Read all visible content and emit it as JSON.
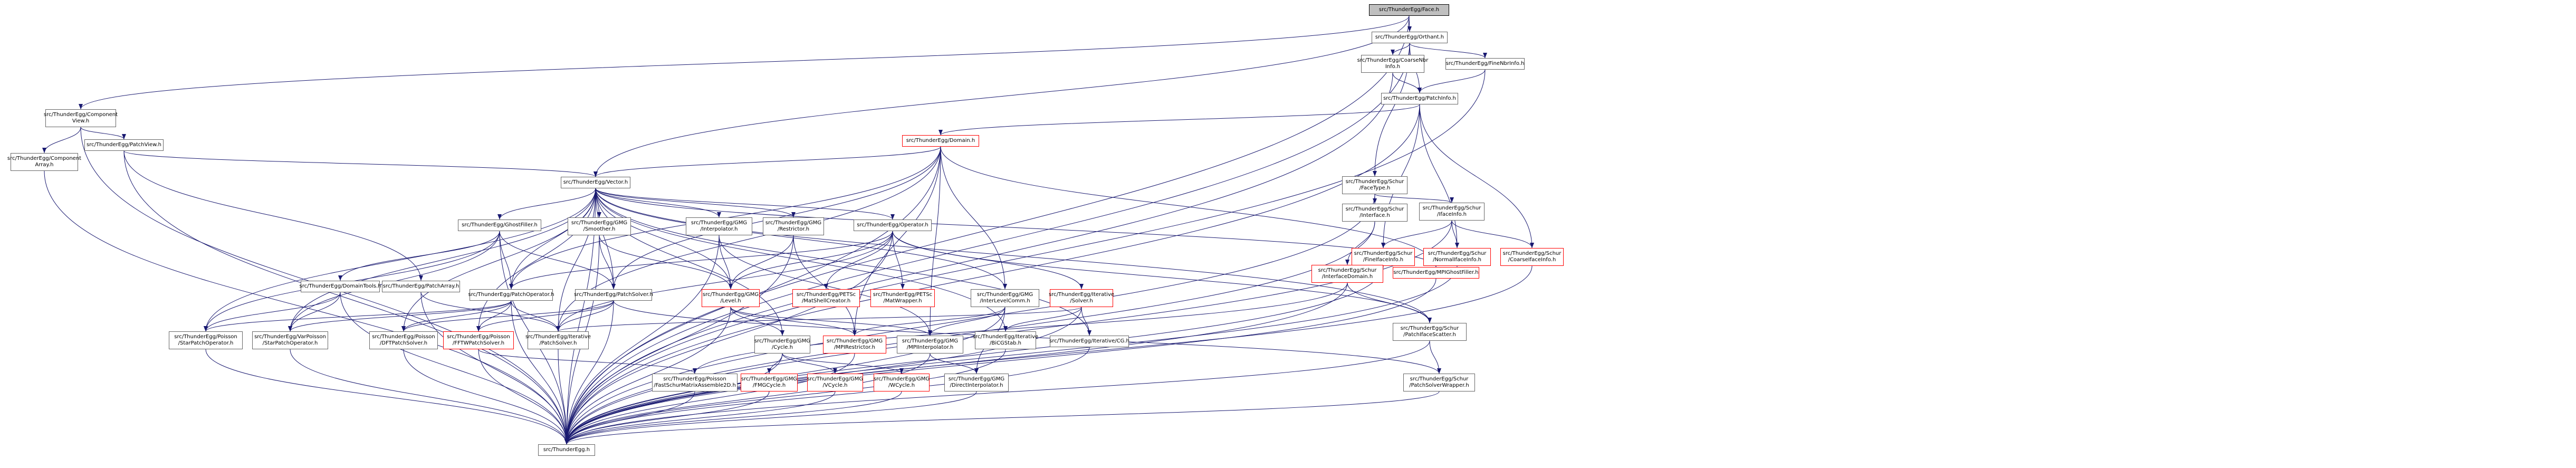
{
  "graph": {
    "root": "src/ThunderEgg/Face.h",
    "edge_color": "#191970",
    "colors": {
      "red_node_border": "#ff0000",
      "node_border": "#666666",
      "root_fill": "#bfbfbf"
    },
    "nodes": [
      {
        "id": "face",
        "lines": [
          "src/ThunderEgg/Face.h"
        ],
        "style": "root"
      },
      {
        "id": "orthant",
        "lines": [
          "src/ThunderEgg/Orthant.h"
        ],
        "style": "normal"
      },
      {
        "id": "compview",
        "lines": [
          "src/ThunderEgg/Component",
          "View.h"
        ],
        "style": "normal"
      },
      {
        "id": "coarsenbr",
        "lines": [
          "src/ThunderEgg/CoarseNbr",
          "Info.h"
        ],
        "style": "normal"
      },
      {
        "id": "finenbr",
        "lines": [
          "src/ThunderEgg/FineNbrInfo.h"
        ],
        "style": "normal"
      },
      {
        "id": "patchinfo",
        "lines": [
          "src/ThunderEgg/PatchInfo.h"
        ],
        "style": "normal"
      },
      {
        "id": "comparray",
        "lines": [
          "src/ThunderEgg/Component",
          "Array.h"
        ],
        "style": "normal"
      },
      {
        "id": "patchview",
        "lines": [
          "src/ThunderEgg/PatchView.h"
        ],
        "style": "normal"
      },
      {
        "id": "domain",
        "lines": [
          "src/ThunderEgg/Domain.h"
        ],
        "style": "red"
      },
      {
        "id": "schurface",
        "lines": [
          "src/ThunderEgg/Schur",
          "/FaceType.h"
        ],
        "style": "normal"
      },
      {
        "id": "vector",
        "lines": [
          "src/ThunderEgg/Vector.h"
        ],
        "style": "normal"
      },
      {
        "id": "schuriface",
        "lines": [
          "src/ThunderEgg/Schur",
          "/Interface.h"
        ],
        "style": "normal"
      },
      {
        "id": "schurifaceinfo",
        "lines": [
          "src/ThunderEgg/Schur",
          "/IfaceInfo.h"
        ],
        "style": "normal"
      },
      {
        "id": "ghostfiller",
        "lines": [
          "src/ThunderEgg/GhostFiller.h"
        ],
        "style": "normal"
      },
      {
        "id": "gmgsmoother",
        "lines": [
          "src/ThunderEgg/GMG",
          "/Smoother.h"
        ],
        "style": "normal"
      },
      {
        "id": "gmginterp",
        "lines": [
          "src/ThunderEgg/GMG",
          "/Interpolator.h"
        ],
        "style": "normal"
      },
      {
        "id": "gmgrestrictor",
        "lines": [
          "src/ThunderEgg/GMG",
          "/Restrictor.h"
        ],
        "style": "normal"
      },
      {
        "id": "operator",
        "lines": [
          "src/ThunderEgg/Operator.h"
        ],
        "style": "normal"
      },
      {
        "id": "schurfine",
        "lines": [
          "src/ThunderEgg/Schur",
          "/FineIfaceInfo.h"
        ],
        "style": "red"
      },
      {
        "id": "schurnormal",
        "lines": [
          "src/ThunderEgg/Schur",
          "/NormalIfaceInfo.h"
        ],
        "style": "red"
      },
      {
        "id": "schurcoarse",
        "lines": [
          "src/ThunderEgg/Schur",
          "/CoarseIfaceInfo.h"
        ],
        "style": "red"
      },
      {
        "id": "schurifacedomain",
        "lines": [
          "src/ThunderEgg/Schur",
          "/InterfaceDomain.h"
        ],
        "style": "red"
      },
      {
        "id": "mpighost",
        "lines": [
          "src/ThunderEgg/MPIGhostFiller.h"
        ],
        "style": "red"
      },
      {
        "id": "domaintools",
        "lines": [
          "src/ThunderEgg/DomainTools.h"
        ],
        "style": "normal"
      },
      {
        "id": "patcharray",
        "lines": [
          "src/ThunderEgg/PatchArray.h"
        ],
        "style": "normal"
      },
      {
        "id": "patchop",
        "lines": [
          "src/ThunderEgg/PatchOperator.h"
        ],
        "style": "normal"
      },
      {
        "id": "patchsolver",
        "lines": [
          "src/ThunderEgg/PatchSolver.h"
        ],
        "style": "normal"
      },
      {
        "id": "gmglevel",
        "lines": [
          "src/ThunderEgg/GMG",
          "/Level.h"
        ],
        "style": "red"
      },
      {
        "id": "petscshell",
        "lines": [
          "src/ThunderEgg/PETSc",
          "/MatShellCreator.h"
        ],
        "style": "red"
      },
      {
        "id": "petscmat",
        "lines": [
          "src/ThunderEgg/PETSc",
          "/MatWrapper.h"
        ],
        "style": "red"
      },
      {
        "id": "gmginterlevel",
        "lines": [
          "src/ThunderEgg/GMG",
          "/InterLevelComm.h"
        ],
        "style": "normal"
      },
      {
        "id": "iterativesolver",
        "lines": [
          "src/ThunderEgg/Iterative",
          "/Solver.h"
        ],
        "style": "red"
      },
      {
        "id": "schurpatchiface",
        "lines": [
          "src/ThunderEgg/Schur",
          "/PatchIfaceScatter.h"
        ],
        "style": "normal"
      },
      {
        "id": "poissonstar",
        "lines": [
          "src/ThunderEgg/Poisson",
          "/StarPatchOperator.h"
        ],
        "style": "normal"
      },
      {
        "id": "varpoisson",
        "lines": [
          "src/ThunderEgg/VarPoisson",
          "/StarPatchOperator.h"
        ],
        "style": "normal"
      },
      {
        "id": "poissondft",
        "lines": [
          "src/ThunderEgg/Poisson",
          "/DFTPatchSolver.h"
        ],
        "style": "normal"
      },
      {
        "id": "poissonfftw",
        "lines": [
          "src/ThunderEgg/Poisson",
          "/FFTWPatchSolver.h"
        ],
        "style": "red"
      },
      {
        "id": "iterativepatch",
        "lines": [
          "src/ThunderEgg/Iterative",
          "/PatchSolver.h"
        ],
        "style": "normal"
      },
      {
        "id": "gmgcycle",
        "lines": [
          "src/ThunderEgg/GMG",
          "/Cycle.h"
        ],
        "style": "normal"
      },
      {
        "id": "gmgmpirestrictor",
        "lines": [
          "src/ThunderEgg/GMG",
          "/MPIRestrictor.h"
        ],
        "style": "red"
      },
      {
        "id": "gmgmpiinterp",
        "lines": [
          "src/ThunderEgg/GMG",
          "/MPIInterpolator.h"
        ],
        "style": "normal"
      },
      {
        "id": "bicgstab",
        "lines": [
          "src/ThunderEgg/Iterative",
          "/BiCGStab.h"
        ],
        "style": "normal"
      },
      {
        "id": "cg",
        "lines": [
          "src/ThunderEgg/Iterative/CG.h"
        ],
        "style": "normal"
      },
      {
        "id": "fastschur",
        "lines": [
          "src/ThunderEgg/Poisson",
          "/FastSchurMatrixAssemble2D.h"
        ],
        "style": "normal"
      },
      {
        "id": "fmgcycle",
        "lines": [
          "src/ThunderEgg/GMG",
          "/FMGCycle.h"
        ],
        "style": "red"
      },
      {
        "id": "vcycle",
        "lines": [
          "src/ThunderEgg/GMG",
          "/VCycle.h"
        ],
        "style": "red"
      },
      {
        "id": "wcycle",
        "lines": [
          "src/ThunderEgg/GMG",
          "/WCycle.h"
        ],
        "style": "red"
      },
      {
        "id": "directinterp",
        "lines": [
          "src/ThunderEgg/GMG",
          "/DirectInterpolator.h"
        ],
        "style": "normal"
      },
      {
        "id": "schursolverwrapper",
        "lines": [
          "src/ThunderEgg/Schur",
          "/PatchSolverWrapper.h"
        ],
        "style": "normal"
      },
      {
        "id": "thunderegg",
        "lines": [
          "src/ThunderEgg.h"
        ],
        "style": "normal"
      }
    ],
    "edges": [
      [
        "face",
        "orthant"
      ],
      [
        "face",
        "compview"
      ],
      [
        "face",
        "vector"
      ],
      [
        "face",
        "thunderegg"
      ],
      [
        "orthant",
        "coarsenbr"
      ],
      [
        "orthant",
        "finenbr"
      ],
      [
        "orthant",
        "patchinfo"
      ],
      [
        "orthant",
        "schurface"
      ],
      [
        "orthant",
        "thunderegg"
      ],
      [
        "compview",
        "comparray"
      ],
      [
        "compview",
        "patchview"
      ],
      [
        "compview",
        "thunderegg"
      ],
      [
        "coarsenbr",
        "patchinfo"
      ],
      [
        "coarsenbr",
        "thunderegg"
      ],
      [
        "finenbr",
        "patchinfo"
      ],
      [
        "finenbr",
        "thunderegg"
      ],
      [
        "patchinfo",
        "domain"
      ],
      [
        "patchinfo",
        "schurnormal"
      ],
      [
        "patchinfo",
        "schurcoarse"
      ],
      [
        "patchinfo",
        "schurfine"
      ],
      [
        "patchinfo",
        "thunderegg"
      ],
      [
        "comparray",
        "thunderegg"
      ],
      [
        "patchview",
        "vector"
      ],
      [
        "patchview",
        "patcharray"
      ],
      [
        "patchview",
        "thunderegg"
      ],
      [
        "domain",
        "vector"
      ],
      [
        "domain",
        "patchop"
      ],
      [
        "domain",
        "patchsolver"
      ],
      [
        "domain",
        "gmginterlevel"
      ],
      [
        "domain",
        "mpighost"
      ],
      [
        "domain",
        "iterativepatch"
      ],
      [
        "domain",
        "gmgmpiinterp"
      ],
      [
        "domain",
        "gmgmpirestrictor"
      ],
      [
        "domain",
        "thunderegg"
      ],
      [
        "schurface",
        "schuriface"
      ],
      [
        "schurface",
        "schurifaceinfo"
      ],
      [
        "schurface",
        "thunderegg"
      ],
      [
        "schuriface",
        "schurifacedomain"
      ],
      [
        "schuriface",
        "thunderegg"
      ],
      [
        "schurifaceinfo",
        "schurfine"
      ],
      [
        "schurifaceinfo",
        "schurnormal"
      ],
      [
        "schurifaceinfo",
        "schurcoarse"
      ],
      [
        "schurifaceinfo",
        "thunderegg"
      ],
      [
        "vector",
        "ghostfiller"
      ],
      [
        "vector",
        "gmgsmoother"
      ],
      [
        "vector",
        "gmginterp"
      ],
      [
        "vector",
        "gmgrestrictor"
      ],
      [
        "vector",
        "operator"
      ],
      [
        "vector",
        "patchop"
      ],
      [
        "vector",
        "patchsolver"
      ],
      [
        "vector",
        "gmglevel"
      ],
      [
        "vector",
        "gmginterlevel"
      ],
      [
        "vector",
        "schurpatchiface"
      ],
      [
        "vector",
        "poissonstar"
      ],
      [
        "vector",
        "varpoisson"
      ],
      [
        "vector",
        "poissondft"
      ],
      [
        "vector",
        "poissonfftw"
      ],
      [
        "vector",
        "iterativepatch"
      ],
      [
        "vector",
        "gmgcycle"
      ],
      [
        "vector",
        "cg"
      ],
      [
        "vector",
        "bicgstab"
      ],
      [
        "vector",
        "mpighost"
      ],
      [
        "vector",
        "thunderegg"
      ],
      [
        "ghostfiller",
        "domaintools"
      ],
      [
        "ghostfiller",
        "patchop"
      ],
      [
        "ghostfiller",
        "patchsolver"
      ],
      [
        "ghostfiller",
        "poissonstar"
      ],
      [
        "ghostfiller",
        "varpoisson"
      ],
      [
        "ghostfiller",
        "thunderegg"
      ],
      [
        "gmgsmoother",
        "gmglevel"
      ],
      [
        "gmgsmoother",
        "patchsolver"
      ],
      [
        "gmgsmoother",
        "thunderegg"
      ],
      [
        "gmginterp",
        "gmglevel"
      ],
      [
        "gmginterp",
        "gmgmpiinterp"
      ],
      [
        "gmginterp",
        "thunderegg"
      ],
      [
        "gmgrestrictor",
        "gmglevel"
      ],
      [
        "gmgrestrictor",
        "gmgmpirestrictor"
      ],
      [
        "gmgrestrictor",
        "thunderegg"
      ],
      [
        "operator",
        "patchop"
      ],
      [
        "operator",
        "gmglevel"
      ],
      [
        "operator",
        "petscshell"
      ],
      [
        "operator",
        "petscmat"
      ],
      [
        "operator",
        "iterativesolver"
      ],
      [
        "operator",
        "schurpatchiface"
      ],
      [
        "operator",
        "iterativepatch"
      ],
      [
        "operator",
        "thunderegg"
      ],
      [
        "schurfine",
        "thunderegg"
      ],
      [
        "schurnormal",
        "thunderegg"
      ],
      [
        "schurcoarse",
        "thunderegg"
      ],
      [
        "schurifacedomain",
        "schurpatchiface"
      ],
      [
        "schurifacedomain",
        "fastschur"
      ],
      [
        "schurifacedomain",
        "thunderegg"
      ],
      [
        "mpighost",
        "thunderegg"
      ],
      [
        "domaintools",
        "poissonstar"
      ],
      [
        "domaintools",
        "varpoisson"
      ],
      [
        "domaintools",
        "thunderegg"
      ],
      [
        "patcharray",
        "thunderegg"
      ],
      [
        "patcharray",
        "iterativepatch"
      ],
      [
        "patchop",
        "poissonstar"
      ],
      [
        "patchop",
        "varpoisson"
      ],
      [
        "patchop",
        "poissondft"
      ],
      [
        "patchop",
        "poissonfftw"
      ],
      [
        "patchop",
        "iterativepatch"
      ],
      [
        "patchop",
        "thunderegg"
      ],
      [
        "patchsolver",
        "poissondft"
      ],
      [
        "patchsolver",
        "poissonfftw"
      ],
      [
        "patchsolver",
        "iterativepatch"
      ],
      [
        "patchsolver",
        "schursolverwrapper"
      ],
      [
        "patchsolver",
        "thunderegg"
      ],
      [
        "gmglevel",
        "gmgcycle"
      ],
      [
        "gmglevel",
        "gmgmpirestrictor"
      ],
      [
        "gmglevel",
        "gmgmpiinterp"
      ],
      [
        "gmglevel",
        "thunderegg"
      ],
      [
        "gmginterlevel",
        "gmgmpirestrictor"
      ],
      [
        "gmginterlevel",
        "gmgmpiinterp"
      ],
      [
        "gmginterlevel",
        "directinterp"
      ],
      [
        "gmginterlevel",
        "thunderegg"
      ],
      [
        "iterativesolver",
        "bicgstab"
      ],
      [
        "iterativesolver",
        "cg"
      ],
      [
        "iterativesolver",
        "iterativepatch"
      ],
      [
        "iterativesolver",
        "thunderegg"
      ],
      [
        "schurpatchiface",
        "schursolverwrapper"
      ],
      [
        "schurpatchiface",
        "thunderegg"
      ],
      [
        "poissonstar",
        "thunderegg"
      ],
      [
        "varpoisson",
        "thunderegg"
      ],
      [
        "poissondft",
        "thunderegg"
      ],
      [
        "poissonfftw",
        "fastschur"
      ],
      [
        "poissonfftw",
        "thunderegg"
      ],
      [
        "iterativepatch",
        "thunderegg"
      ],
      [
        "gmgcycle",
        "fmgcycle"
      ],
      [
        "gmgcycle",
        "vcycle"
      ],
      [
        "gmgcycle",
        "wcycle"
      ],
      [
        "gmgcycle",
        "thunderegg"
      ],
      [
        "gmgmpirestrictor",
        "thunderegg"
      ],
      [
        "gmgmpiinterp",
        "directinterp"
      ],
      [
        "gmgmpiinterp",
        "thunderegg"
      ],
      [
        "bicgstab",
        "thunderegg"
      ],
      [
        "cg",
        "thunderegg"
      ],
      [
        "fastschur",
        "thunderegg"
      ],
      [
        "fmgcycle",
        "thunderegg"
      ],
      [
        "vcycle",
        "thunderegg"
      ],
      [
        "wcycle",
        "thunderegg"
      ],
      [
        "directinterp",
        "thunderegg"
      ],
      [
        "schursolverwrapper",
        "thunderegg"
      ]
    ]
  }
}
